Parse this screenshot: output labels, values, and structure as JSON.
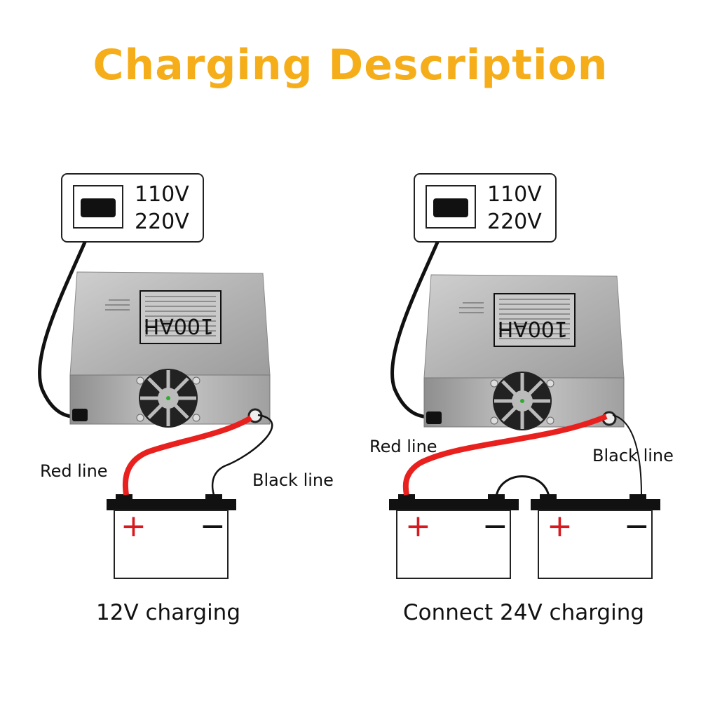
{
  "title": "Charging Description",
  "colors": {
    "title": "#F5AE1A",
    "red_line": "#E8201E",
    "black_line": "#111111",
    "plus": "#D71920"
  },
  "left": {
    "voltage": [
      "110V",
      "220V"
    ],
    "charger_badge": "100AH",
    "red_label": "Red line",
    "black_label": "Black line",
    "battery_plus": "+",
    "battery_minus": "−",
    "caption": "12V charging"
  },
  "right": {
    "voltage": [
      "110V",
      "220V"
    ],
    "charger_badge": "100AH",
    "red_label": "Red line",
    "black_label": "Black line",
    "battery_plus": "+",
    "battery_minus": "−",
    "caption": "Connect 24V charging"
  }
}
